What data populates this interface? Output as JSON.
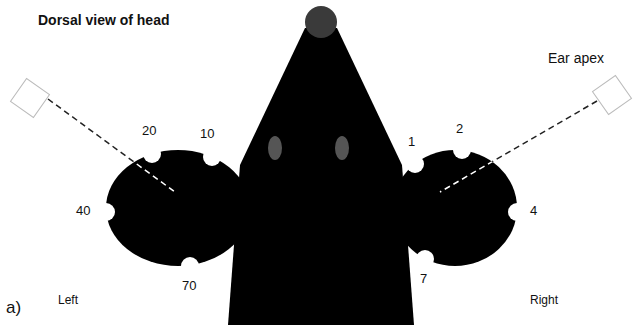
{
  "diagram": {
    "title": "Dorsal view of head",
    "labels": [
      "Ear apex",
      "20",
      "10",
      "40",
      "70",
      "1",
      "2",
      "4",
      "7",
      "Left",
      "Right",
      "a)"
    ]
  }
}
